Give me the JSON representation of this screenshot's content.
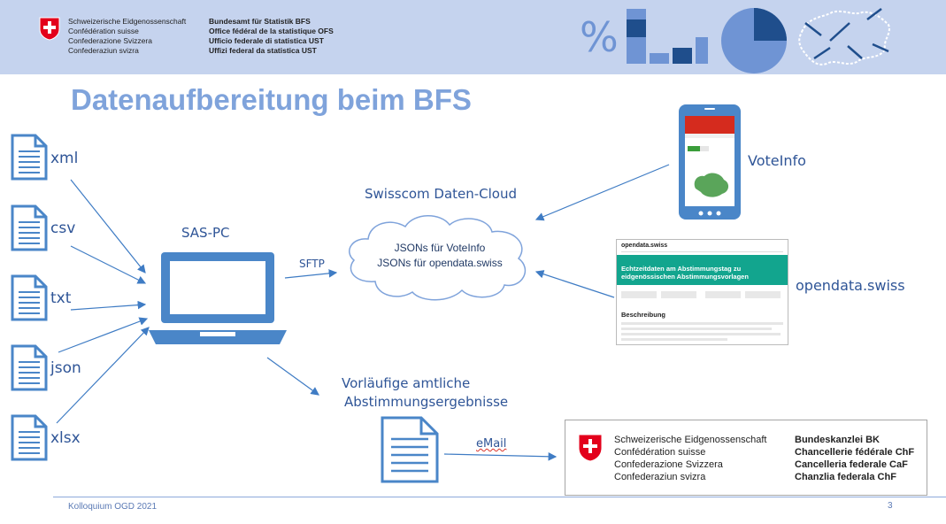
{
  "header": {
    "confed_lines": [
      "Schweizerische Eidgenossenschaft",
      "Confédération suisse",
      "Confederazione Svizzera",
      "Confederaziun svizra"
    ],
    "office_lines": [
      "Bundesamt für Statistik BFS",
      "Office fédéral de la statistique OFS",
      "Ufficio federale di statistica UST",
      "Uffizi federal da statistica UST"
    ],
    "percent_symbol": "%"
  },
  "title": "Datenaufbereitung beim BFS",
  "sources": [
    "xml",
    "csv",
    "txt",
    "json",
    "xlsx"
  ],
  "sas_pc_label": "SAS-PC",
  "sftp_label": "SFTP",
  "cloud": {
    "label": "Swisscom Daten-Cloud",
    "line1": "JSONs für VoteInfo",
    "line2": "JSONs für opendata.swiss"
  },
  "voteinfo_label": "VoteInfo",
  "opendata_label": "opendata.swiss",
  "opendata_screenshot": {
    "brand": "opendata.swiss",
    "heading_line1": "Echtzeitdaten am Abstimmungstag zu",
    "heading_line2": "eidgenössischen Abstimmungsvorlagen",
    "section": "Beschreibung"
  },
  "results": {
    "line1": "Vorläufige amtliche",
    "line2": "Abstimmungsergebnisse"
  },
  "email_label": "eMail",
  "bk": {
    "left_lines": [
      "Schweizerische Eidgenossenschaft",
      "Confédération suisse",
      "Confederazione Svizzera",
      "Confederaziun svizra"
    ],
    "right_lines": [
      "Bundeskanzlei BK",
      "Chancellerie fédérale ChF",
      "Cancelleria federale CaF",
      "Chanzlia federala ChF"
    ]
  },
  "footer": {
    "text": "Kolloquium OGD 2021",
    "page": "3"
  },
  "colors": {
    "header_bg": "#c5d3ee",
    "title": "#7fa3db",
    "icon_blue": "#4a86c8",
    "arrow": "#3f7cc4",
    "swiss_red": "#e3001b"
  }
}
